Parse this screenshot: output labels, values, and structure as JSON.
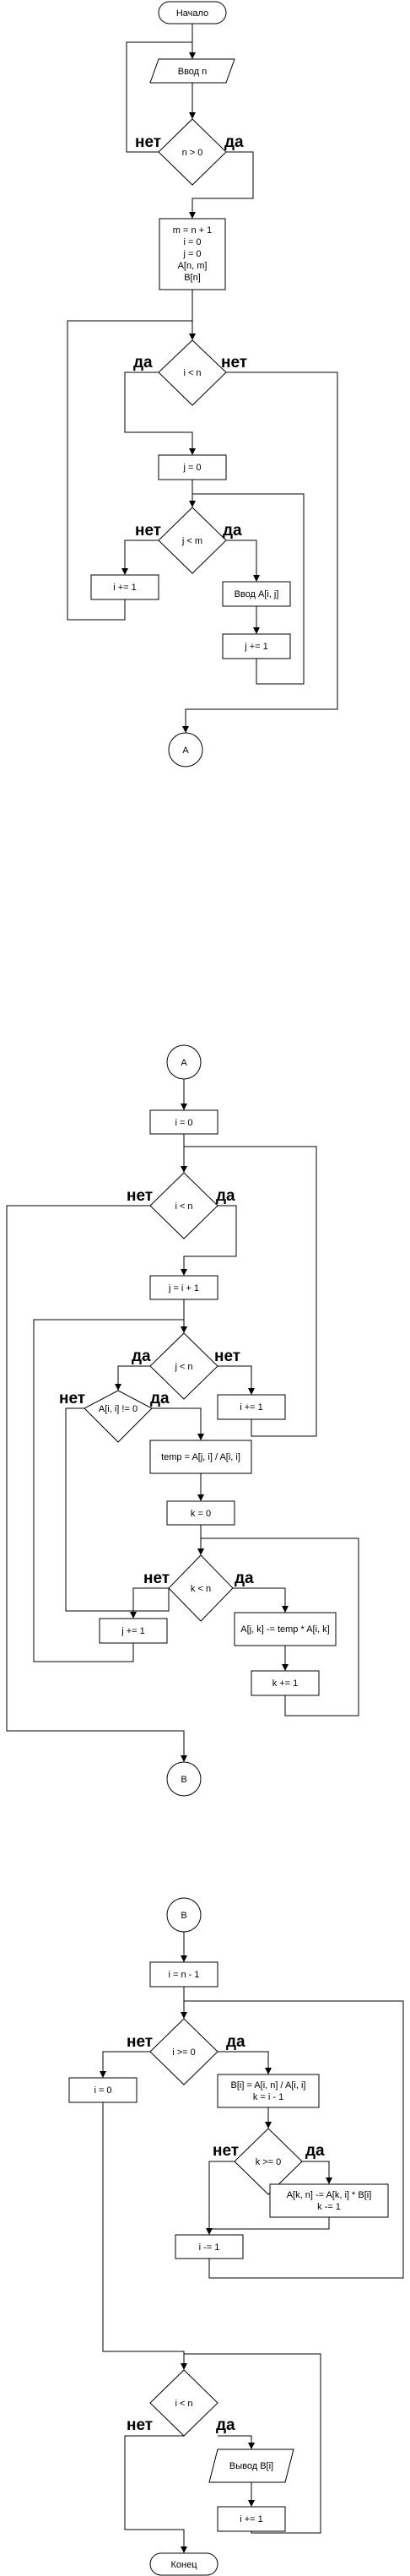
{
  "labels": {
    "yes": "да",
    "no": "нет"
  },
  "nodes": {
    "start": "Начало",
    "input_n": "Ввод n",
    "cond_n_gt_0": "n > 0",
    "init_vars": [
      "m = n + 1",
      "i = 0",
      "j = 0",
      "A[n, m]",
      "B[n]"
    ],
    "cond_i_lt_n_1": "i < n",
    "j_eq_0_1": "j = 0",
    "cond_j_lt_m": "j < m",
    "input_aij": "Ввод A[i, j]",
    "j_inc_1": "j += 1",
    "i_inc_1": "i += 1",
    "connector_a_1": "A",
    "connector_a_2": "A",
    "i_eq_0_2": "i = 0",
    "cond_i_lt_n_2": "i < n",
    "j_eq_i_plus_1": "j = i + 1",
    "cond_j_lt_n": "j < n",
    "i_inc_2": "i += 1",
    "cond_aii_ne_0": "A[i, i] != 0",
    "temp_assign": "temp = A[j, i] / A[i, i]",
    "k_eq_0": "k = 0",
    "cond_k_lt_n": "k < n",
    "update_ajk": "A[j, k] -= temp * A[i, k]",
    "k_inc": "k += 1",
    "j_inc_2": "j += 1",
    "connector_b_1": "B",
    "connector_b_2": "B",
    "i_eq_n_minus_1": "i = n - 1",
    "cond_i_ge_0": "i >= 0",
    "i_eq_0_3": "i = 0",
    "b_assign": [
      "B[i] = A[i, n] / A[i, i]",
      "k = i - 1"
    ],
    "cond_k_ge_0": "k >= 0",
    "update_akn": [
      "A[k, n] -= A[k, i] * B[i]",
      "k -= 1"
    ],
    "i_dec": "i -= 1",
    "cond_i_lt_n_3": "i < n",
    "output_bi": "Вывод B[i]",
    "i_inc_3": "i += 1",
    "end": "Конец"
  }
}
